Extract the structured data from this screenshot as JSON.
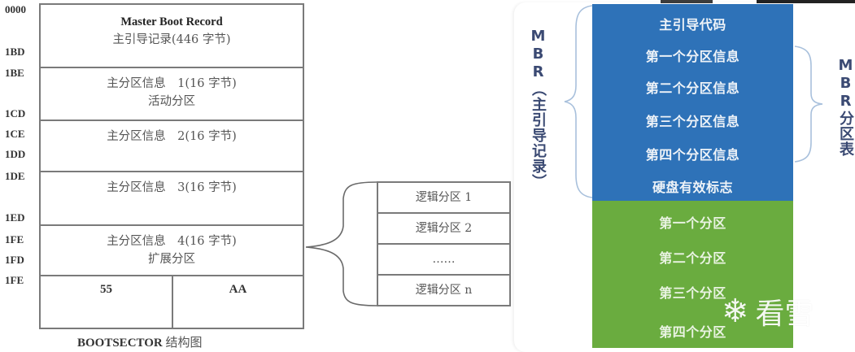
{
  "left_diagram": {
    "offsets": [
      "0000",
      "1BD",
      "1BE",
      "1CD",
      "1CE",
      "1DD",
      "1DE",
      "1ED",
      "1FE",
      "1FD",
      "1FE"
    ],
    "rows": [
      {
        "line1": "Master Boot Record",
        "line2": "主引导记录(446 字节)"
      },
      {
        "line1": "主分区信息　1(16 字节)",
        "line2": "活动分区"
      },
      {
        "line1": "主分区信息　2(16 字节)",
        "line2": ""
      },
      {
        "line1": "主分区信息　3(16 字节)",
        "line2": ""
      },
      {
        "line1": "主分区信息　4(16 字节)",
        "line2": "扩展分区"
      }
    ],
    "signature": [
      "55",
      "AA"
    ],
    "caption_latin": "BOOTSECTOR",
    "caption_cn": "结构图",
    "logical_partitions": [
      "逻辑分区 1",
      "逻辑分区 2",
      "……",
      "逻辑分区 n"
    ]
  },
  "right_diagram": {
    "colors": {
      "mbr_block": "#2e72b8",
      "partition_block": "#6aac3f",
      "label": "#3b4a73",
      "brace": "#a8c0dc"
    },
    "mbr_items": [
      "主引导代码",
      "第一个分区信息",
      "第二个分区信息",
      "第三个分区信息",
      "第四个分区信息",
      "硬盘有效标志"
    ],
    "partition_items": [
      "第一个分区",
      "第二个分区",
      "第三个分区",
      "第四个分区"
    ],
    "left_label": "MBR（主引导记录）",
    "right_label": "MBR分区表"
  },
  "watermark": {
    "icon": "snowflake-icon",
    "text": "看雪"
  }
}
